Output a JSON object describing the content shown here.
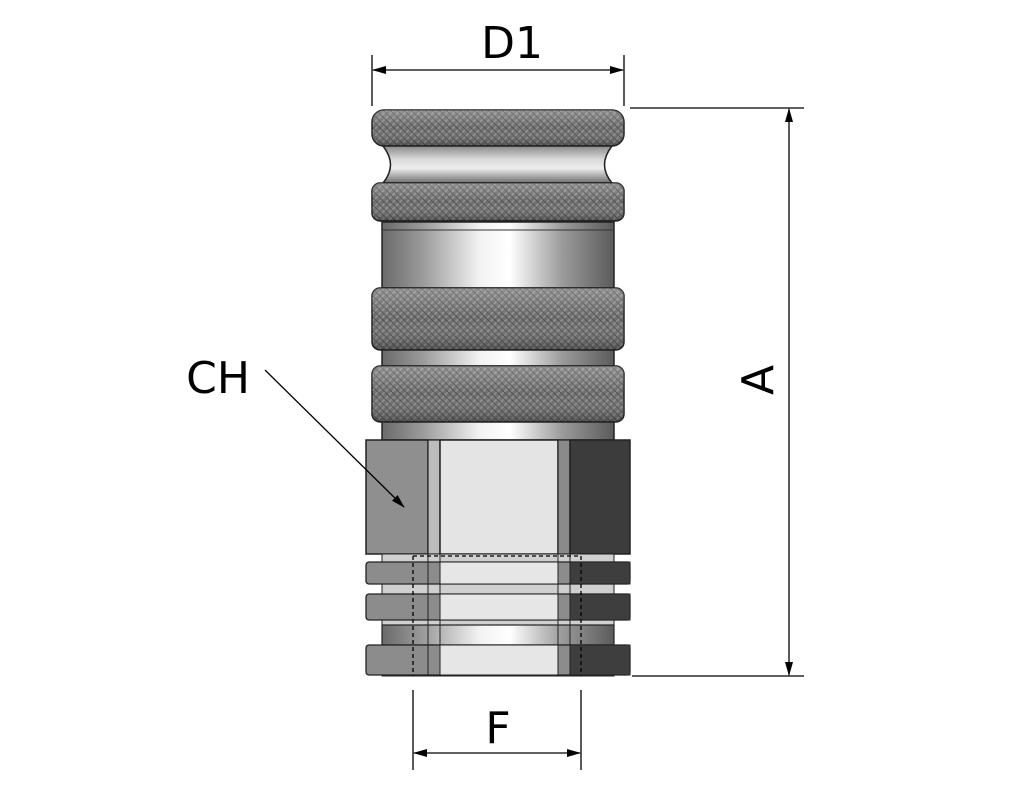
{
  "diagram": {
    "dimensions": {
      "d1": "D1",
      "a": "A",
      "ch": "CH",
      "f": "F"
    }
  }
}
